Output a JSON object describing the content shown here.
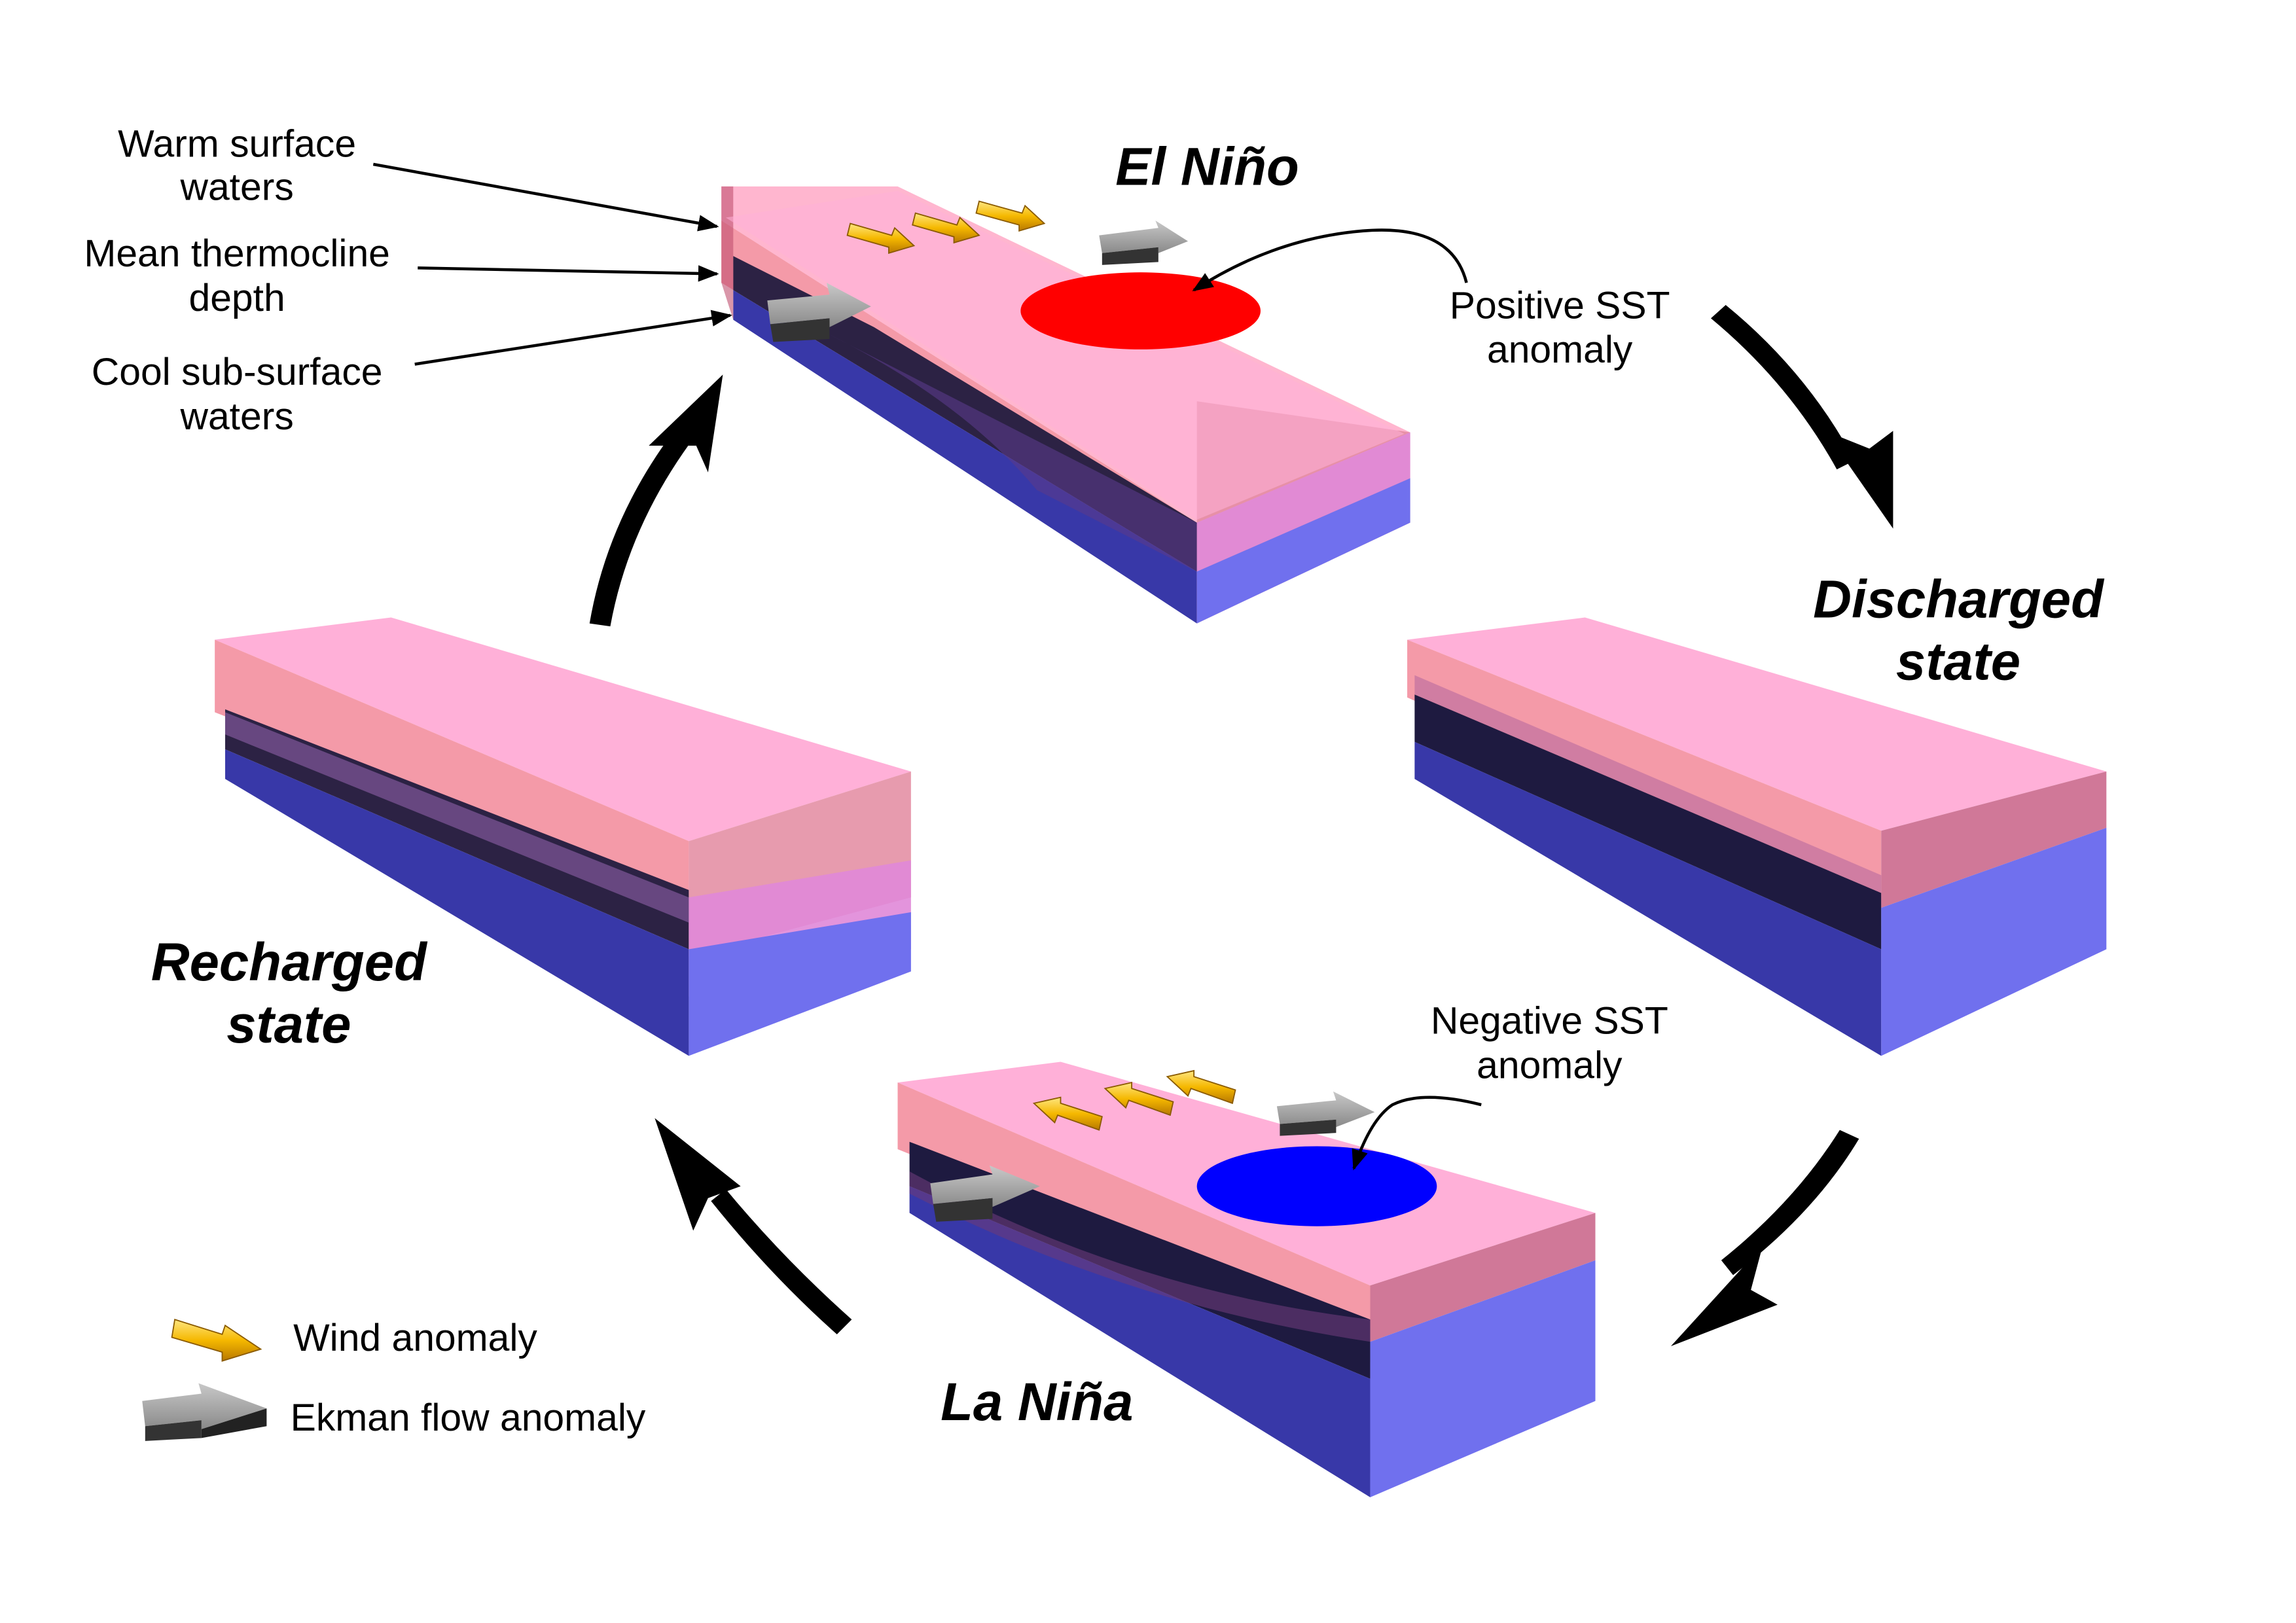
{
  "states": {
    "el_nino": "El Niño",
    "discharged_line1": "Discharged",
    "discharged_line2": "state",
    "la_nina": "La Niña",
    "recharged_line1": "Recharged",
    "recharged_line2": "state"
  },
  "labels": {
    "warm_surface_line1": "Warm surface",
    "warm_surface_line2": "waters",
    "mean_thermocline_line1": "Mean thermocline",
    "mean_thermocline_line2": "depth",
    "cool_subsurface_line1": "Cool sub-surface",
    "cool_subsurface_line2": "waters",
    "positive_sst_line1": "Positive SST",
    "positive_sst_line2": "anomaly",
    "negative_sst_line1": "Negative SST",
    "negative_sst_line2": "anomaly"
  },
  "legend": {
    "wind": "Wind anomaly",
    "ekman": "Ekman flow anomaly"
  },
  "colors": {
    "warm_layer": "#f08080",
    "warm_top": "#ffb0d8",
    "cool_layer": "#5050d0",
    "thermocline_dark": "#2a1f45",
    "positive_sst": "#ff0000",
    "negative_sst": "#0000ff",
    "wind_arrow": "#f5b800",
    "ekman_arrow": "#9a9a9a",
    "cycle_arrow": "#000000"
  },
  "icons": {
    "wind": "wind-anomaly-arrow-icon",
    "ekman": "ekman-flow-arrow-icon",
    "cycle": "cycle-arrow-icon"
  }
}
